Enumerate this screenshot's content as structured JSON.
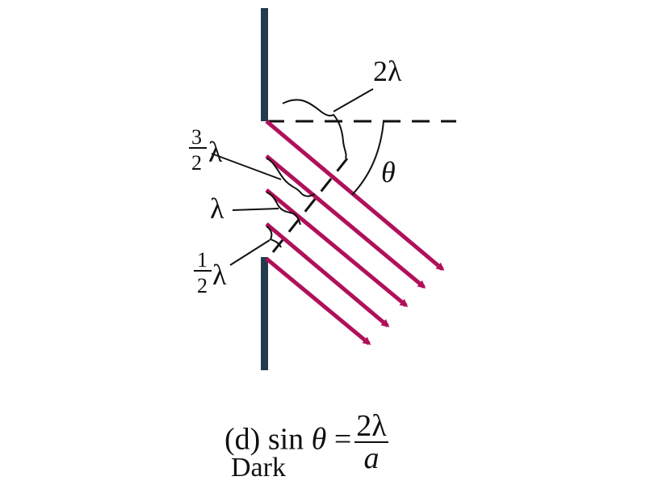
{
  "labels": {
    "path_difference_full": "2λ",
    "path_difference_three_halves_num": "3",
    "path_difference_three_halves_den": "2",
    "path_difference_three_halves_sym": "λ",
    "path_difference_one": "λ",
    "path_difference_half_num": "1",
    "path_difference_half_den": "2",
    "path_difference_half_sym": "λ",
    "angle_symbol": "θ"
  },
  "caption": {
    "part": "(d)",
    "func": "sin",
    "angle": "θ",
    "equals": "=",
    "numerator": "2λ",
    "denominator": "a"
  },
  "sub_caption": "Dark",
  "colors": {
    "barrier": "#243b4f",
    "ray": "#b0105a",
    "line": "#111111"
  }
}
